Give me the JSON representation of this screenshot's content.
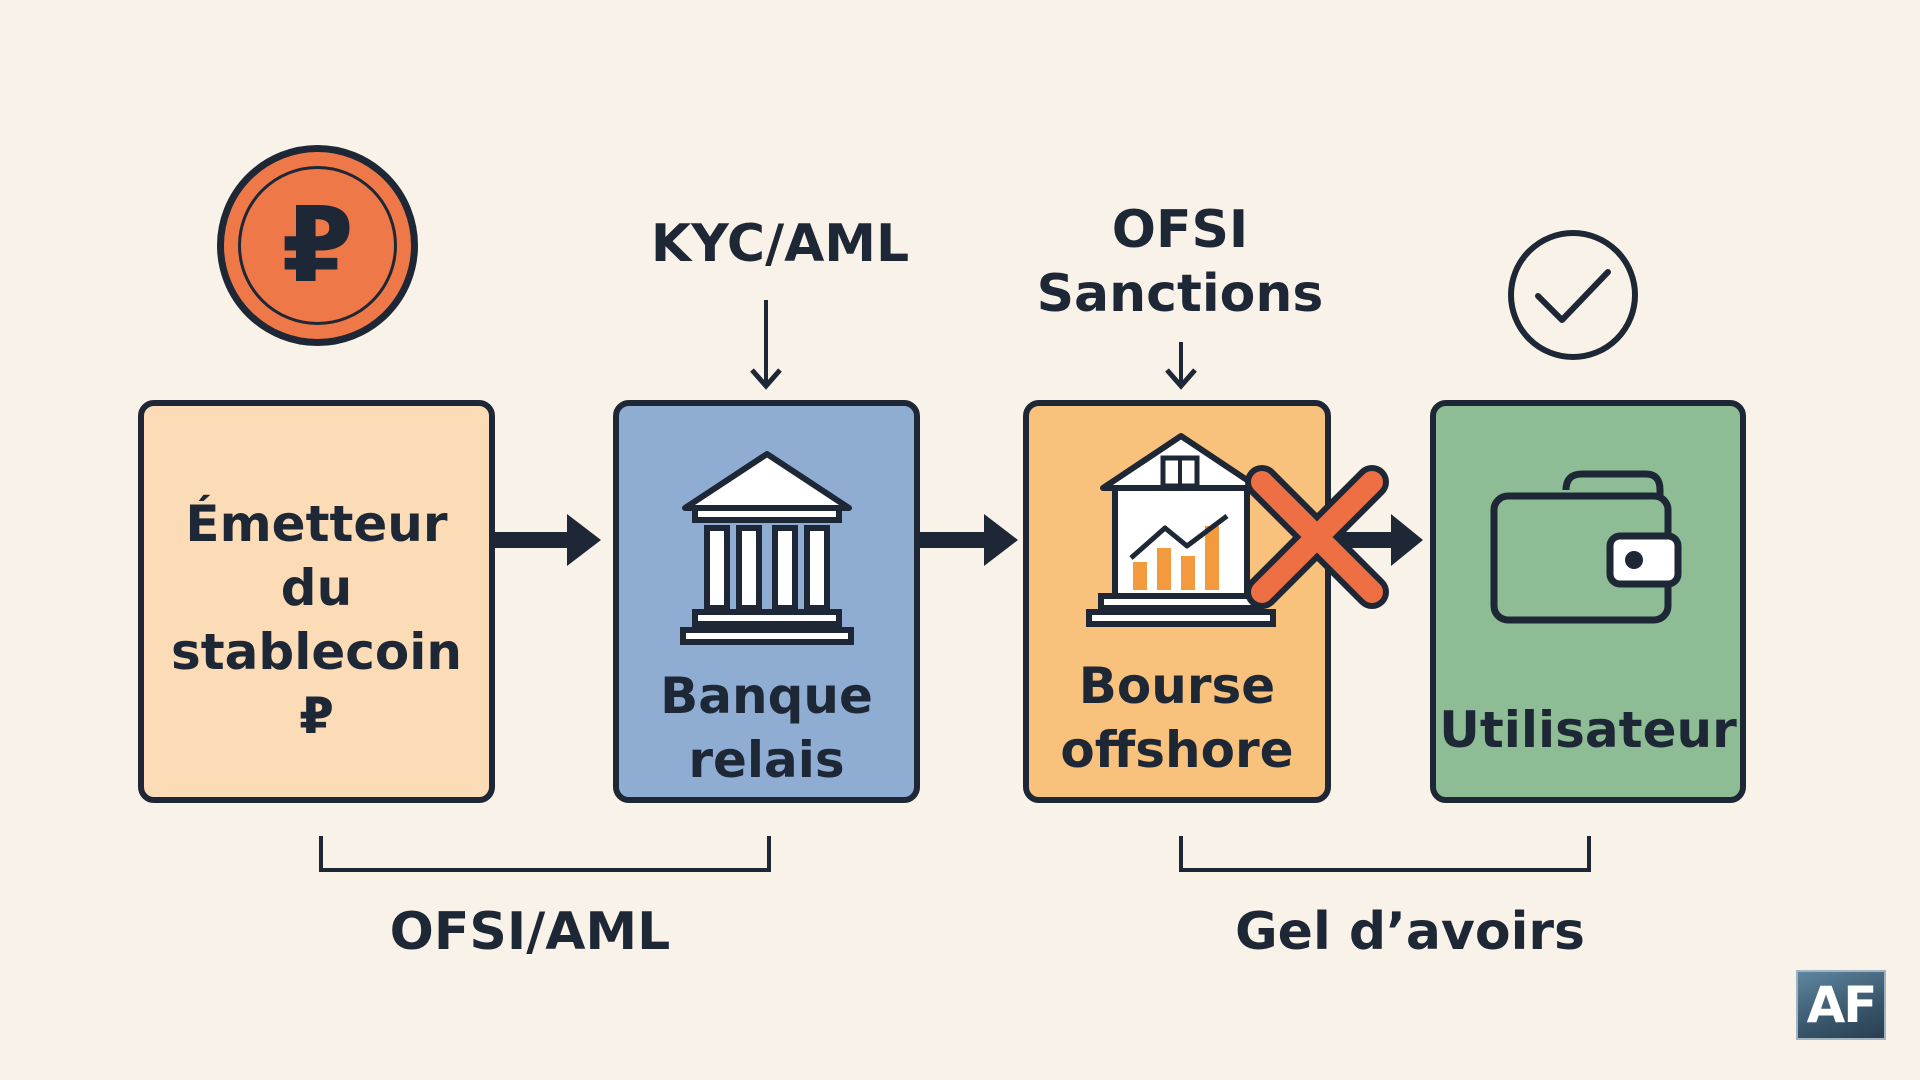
{
  "nodes": {
    "issuer": {
      "lines": [
        "Émetteur",
        "du",
        "stablecoin",
        "₽"
      ]
    },
    "bank": {
      "lines": [
        "Banque",
        "relais"
      ]
    },
    "exchange": {
      "lines": [
        "Bourse",
        "offshore"
      ]
    },
    "user": {
      "lines": [
        "Utilisateur"
      ]
    }
  },
  "annotations": {
    "kyc": "KYC/AML",
    "ofsi_sanctions": [
      "OFSI",
      "Sanctions"
    ],
    "bracket_left": "OFSI/AML",
    "bracket_right": "Gel d’avoirs"
  },
  "coin_symbol": "₽",
  "logo": "AF",
  "colors": {
    "background": "#f9f2e8",
    "outline": "#1e2735",
    "issuer_fill": "#fbdcb6",
    "bank_fill": "#8fadd3",
    "exchange_fill": "#f8c27c",
    "user_fill": "#8dbc95",
    "coin": "#ee7848",
    "block_cross": "#ee6f44"
  },
  "icons": [
    "ruble-coin-icon",
    "bank-icon",
    "exchange-building-icon",
    "blocked-x-icon",
    "checkmark-icon",
    "wallet-icon"
  ]
}
